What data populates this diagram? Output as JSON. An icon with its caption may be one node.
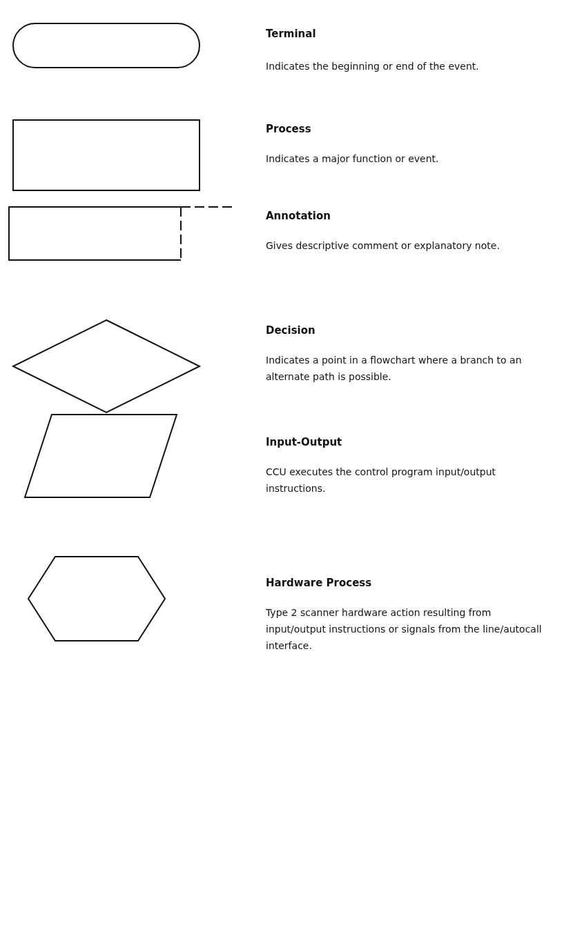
{
  "diagram": {
    "nodes": [
      {
        "text": [],
        "shape": "stadium",
        "beside": [
          "Terminal",
          "Indicates the beginning or end of the event."
        ]
      },
      {
        "text": [],
        "shape": "box",
        "beside": [
          "Process",
          "Indicates a major function or event."
        ]
      },
      {
        "text": [],
        "shape": "annotation",
        "beside": [
          "Annotation",
          "Gives descriptive comment or explanatory note."
        ]
      },
      {
        "text": [],
        "shape": "diamond",
        "beside": [
          "Decision",
          "Indicates a point in a flowchart where a branch to an alternate path is possible."
        ]
      },
      {
        "text": [],
        "shape": "parallelogram",
        "beside": [
          "Input-Output",
          "CCU executes the control program input/output instructions."
        ]
      },
      {
        "text": [],
        "shape": "hexagon",
        "beside": [
          "Hardware Process",
          "Type 2 scanner hardware action resulting from input/output instructions or signals from the line/autocall interface."
        ]
      }
    ]
  }
}
